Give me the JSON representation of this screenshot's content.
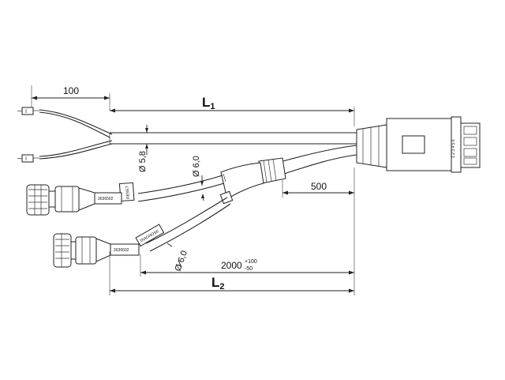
{
  "dimensions": {
    "wire_length": "100",
    "total_length_1_main": "L",
    "total_length_1_sub": "1",
    "total_length_2_main": "L",
    "total_length_2_sub": "2",
    "branch_length": "500",
    "cable_length_value": "2000",
    "cable_length_tol_plus": "+100",
    "cable_length_tol_minus": "-50"
  },
  "diameters": {
    "main_cable": "Ø 5,8",
    "branch_cable_upper": "Ø 6,0",
    "branch_cable_lower": "Ø 6,0"
  },
  "labels": {
    "upper_tag": "RESET",
    "lower_tag": "DIAGNOSE"
  }
}
